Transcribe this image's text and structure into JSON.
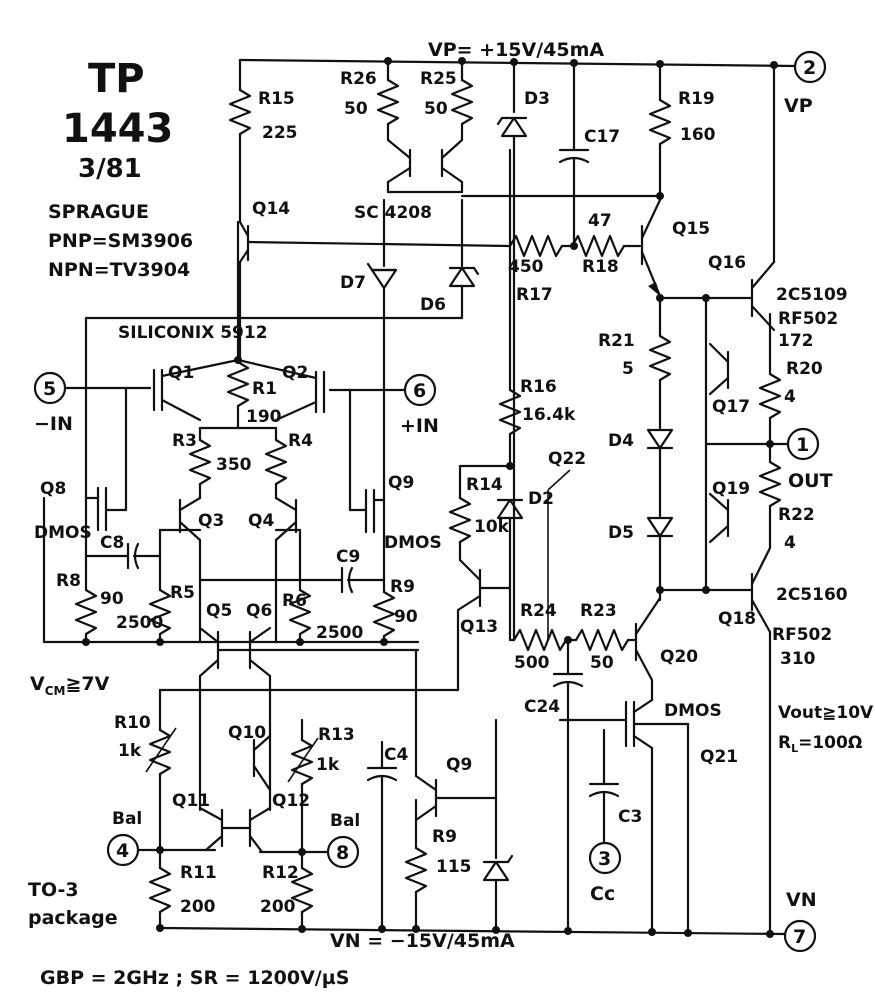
{
  "header": {
    "part": "TP",
    "number": "1443",
    "date": "3/81",
    "maker": "SPRAGUE",
    "pnp": "PNP=SM3906",
    "npn": "NPN=TV3904",
    "fet_maker": "SILICONIX 5912"
  },
  "supply": {
    "vp": "VP= +15V/45mA",
    "vn": "VN = −15V/45mA"
  },
  "pins": [
    {
      "num": "2",
      "name": "VP"
    },
    {
      "num": "5",
      "name": "−IN"
    },
    {
      "num": "6",
      "name": "+IN"
    },
    {
      "num": "1",
      "name": "OUT"
    },
    {
      "num": "4",
      "name": "Bal"
    },
    {
      "num": "8",
      "name": "Bal"
    },
    {
      "num": "3",
      "name": "Cc"
    },
    {
      "num": "7",
      "name": "VN"
    }
  ],
  "resistors": [
    {
      "ref": "R15",
      "value": "225"
    },
    {
      "ref": "R26",
      "value": "50"
    },
    {
      "ref": "R25",
      "value": "50"
    },
    {
      "ref": "R19",
      "value": "160"
    },
    {
      "ref": "R1",
      "value": "190"
    },
    {
      "ref": "R3",
      "value": "350"
    },
    {
      "ref": "R4",
      "value": ""
    },
    {
      "ref": "R5",
      "value": "2500"
    },
    {
      "ref": "R6",
      "value": "2500"
    },
    {
      "ref": "R8",
      "value": "90"
    },
    {
      "ref": "R9",
      "value": "90"
    },
    {
      "ref": "R17",
      "value": "450"
    },
    {
      "ref": "R18",
      "value": "47"
    },
    {
      "ref": "R16",
      "value": "16.4k"
    },
    {
      "ref": "R14",
      "value": "10k"
    },
    {
      "ref": "R21",
      "value": "5"
    },
    {
      "ref": "R20",
      "value": "4"
    },
    {
      "ref": "R22",
      "value": "4"
    },
    {
      "ref": "R24",
      "value": "500"
    },
    {
      "ref": "R23",
      "value": "50"
    },
    {
      "ref": "R10",
      "value": "1k"
    },
    {
      "ref": "R13",
      "value": "1k"
    },
    {
      "ref": "R11",
      "value": "200"
    },
    {
      "ref": "R12",
      "value": "200"
    },
    {
      "ref": "R9",
      "value": "115"
    }
  ],
  "transistors": [
    "Q14",
    "Q15",
    "Q16",
    "Q17",
    "Q19",
    "Q18",
    "Q1",
    "Q2",
    "Q3",
    "Q4",
    "Q5",
    "Q6",
    "Q8",
    "Q9",
    "Q10",
    "Q11",
    "Q12",
    "Q13",
    "Q20",
    "Q21",
    "Q9",
    "Q22"
  ],
  "transistor_types": {
    "q16a": "2C5109",
    "q16b": "RF502",
    "q16c": "172",
    "q18a": "2C5160",
    "q18b": "RF502",
    "q18c": "310",
    "dmos": "DMOS",
    "sc": "SC 4208"
  },
  "diodes": [
    "D3",
    "D7",
    "D6",
    "D2",
    "D4",
    "D5"
  ],
  "capacitors": [
    "C17",
    "C8",
    "C9",
    "C24",
    "C4",
    "C3"
  ],
  "notes": {
    "vcm": "V",
    "vcm_sub": "CM",
    "vcm_val": "≧7V",
    "vout": "Vout≧10V",
    "rl": "R",
    "rl_sub": "L",
    "rl_val": "=100Ω",
    "package1": "TO-3",
    "package2": "package",
    "gbp": "GBP = 2GHz ; SR = 1200V/µS"
  }
}
